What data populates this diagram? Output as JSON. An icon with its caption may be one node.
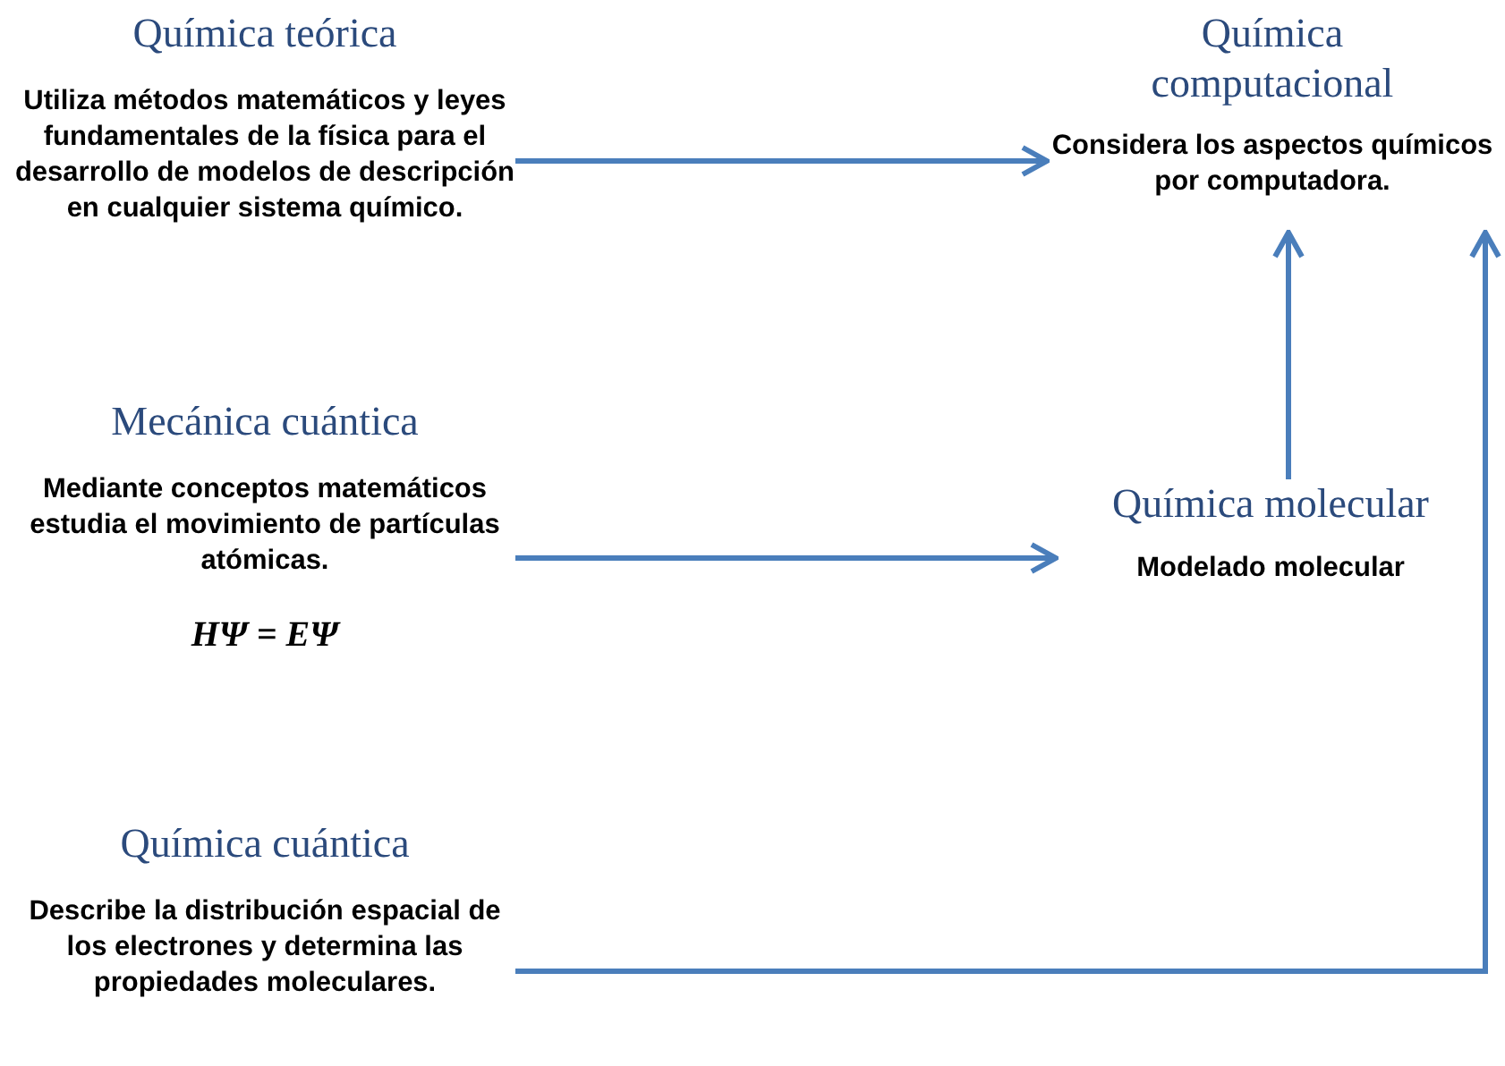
{
  "diagram": {
    "nodes": [
      {
        "text": [
          "Química teórica",
          "Utiliza métodos matemáticos y leyes fundamentales de la física para el desarrollo de modelos de descripción en cualquier sistema químico."
        ]
      },
      {
        "text": [
          "Mecánica cuántica",
          "Mediante conceptos matemáticos estudia el movimiento de partículas atómicas.",
          "HΨ = EΨ"
        ]
      },
      {
        "text": [
          "Química cuántica",
          "Describe la distribución espacial de los electrones y determina las propiedades moleculares."
        ]
      },
      {
        "text": [
          "Química computacional",
          "Considera los aspectos químicos por computadora."
        ]
      },
      {
        "text": [
          "Química molecular",
          "Modelado molecular"
        ]
      }
    ],
    "edges": [
      {
        "from": 0,
        "to": 3,
        "arrow": "to"
      },
      {
        "from": 1,
        "to": 4,
        "arrow": "to"
      },
      {
        "from": 2,
        "to": 3,
        "arrow": "to"
      },
      {
        "from": 4,
        "to": 3,
        "arrow": "to"
      }
    ]
  }
}
